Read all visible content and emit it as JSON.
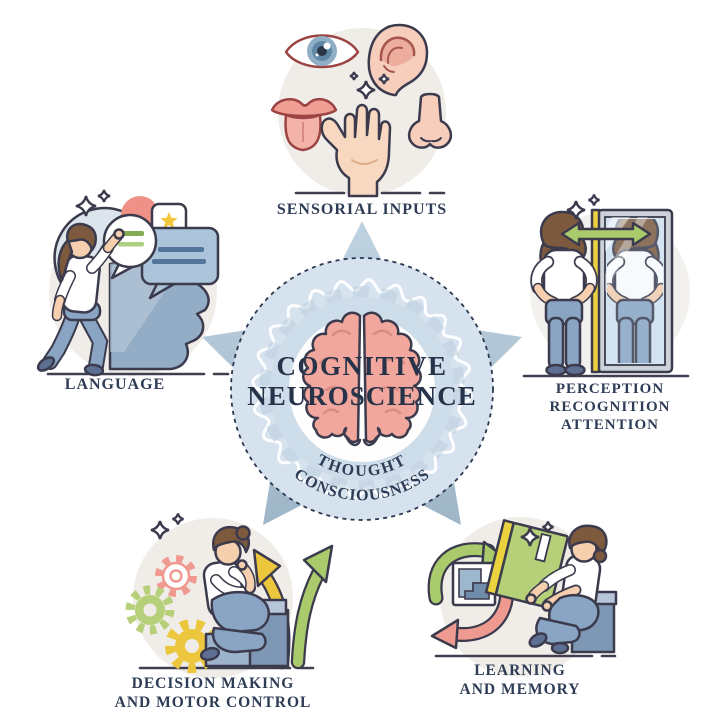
{
  "diagram_title": "COGNITIVE NEUROSCIENCE",
  "center": {
    "title_line1": "COGNITIVE",
    "title_line2": "NEUROSCIENCE",
    "arc_word1": "THOUGHT",
    "arc_word2": "CONSCIOUSNESS",
    "shape": "dashed circle with wavy ring, brain illustration and five-point star arrows"
  },
  "nodes": {
    "sensorial": {
      "label": "SENSORIAL INPUTS",
      "position": "top",
      "icons": [
        "eye-icon",
        "ear-icon",
        "mouth-icon",
        "hand-icon",
        "nose-icon",
        "sparkles-icon"
      ]
    },
    "language": {
      "label": "LANGUAGE",
      "position": "left",
      "icons": [
        "head-profile-icon",
        "open-lid-icon",
        "speech-bubble-icon",
        "chat-box-icon",
        "star-badge-icon",
        "person-figure",
        "sparkles-icon"
      ]
    },
    "perception": {
      "lines": [
        "PERCEPTION",
        "RECOGNITION",
        "ATTENTION"
      ],
      "position": "right",
      "icons": [
        "person-figure",
        "mirror-icon",
        "double-arrow-icon",
        "sparkles-icon"
      ]
    },
    "decision": {
      "lines": [
        "DECISION MAKING",
        "AND MOTOR CONTROL"
      ],
      "position": "bottom-left",
      "icons": [
        "gear-icon",
        "branching-arrows-icon",
        "person-figure",
        "sparkles-icon"
      ]
    },
    "learning": {
      "lines": [
        "LEARNING",
        "AND MEMORY"
      ],
      "position": "bottom-right",
      "icons": [
        "cycle-arrow-icon",
        "puzzle-icon",
        "book-icon",
        "person-figure",
        "sparkles-icon"
      ]
    }
  },
  "palette": {
    "outline": "#3b3b4d",
    "label_text": "#2e3c55",
    "center_circle_fill": "#d6e2ee",
    "star_fill_top": "#bfd2e0",
    "star_fill_bottom": "#9fb6c8",
    "brain": "#f1a79d",
    "skin": "#f6cfae",
    "hair": "#7d5a3e",
    "jeans": "#8aa5c4",
    "green": "#a9cb6b",
    "yellow": "#ecc63d",
    "salmon": "#ef9a90",
    "bg_circle": "#f0ede9"
  }
}
